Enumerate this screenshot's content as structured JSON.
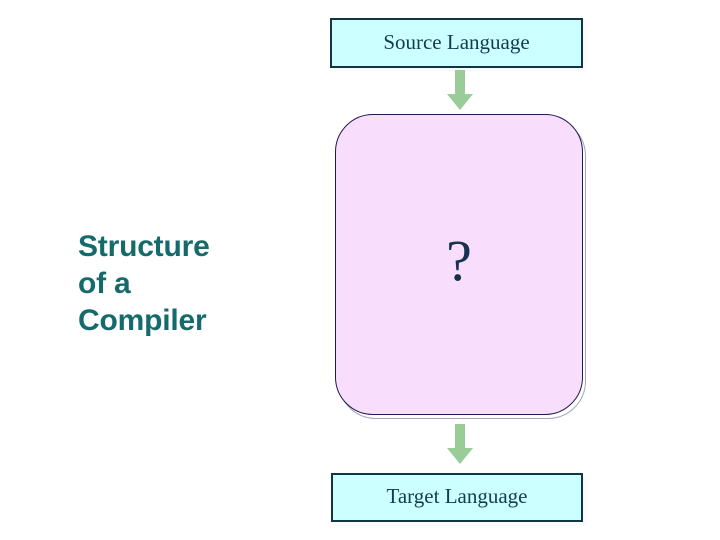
{
  "slide": {
    "title": "Structure\nof a\nCompiler",
    "title_color": "#156B6B",
    "background_color": "#FFFFFF"
  },
  "diagram": {
    "source_box": {
      "label": "Source Language",
      "fill_color": "#CCFFFF",
      "border_color": "#123447",
      "text_color": "#123C52"
    },
    "unknown_stage": {
      "label": "?",
      "fill_color": "#F8DDFC",
      "border_color": "#1B1B52",
      "text_color": "#17314F"
    },
    "target_box": {
      "label": "Target Language",
      "fill_color": "#CCFFFF",
      "border_color": "#123447",
      "text_color": "#123C52"
    },
    "arrows": {
      "top": {
        "name": "down-arrow-icon",
        "color": "#99CC99"
      },
      "bottom": {
        "name": "down-arrow-icon",
        "color": "#99CC99"
      }
    }
  }
}
